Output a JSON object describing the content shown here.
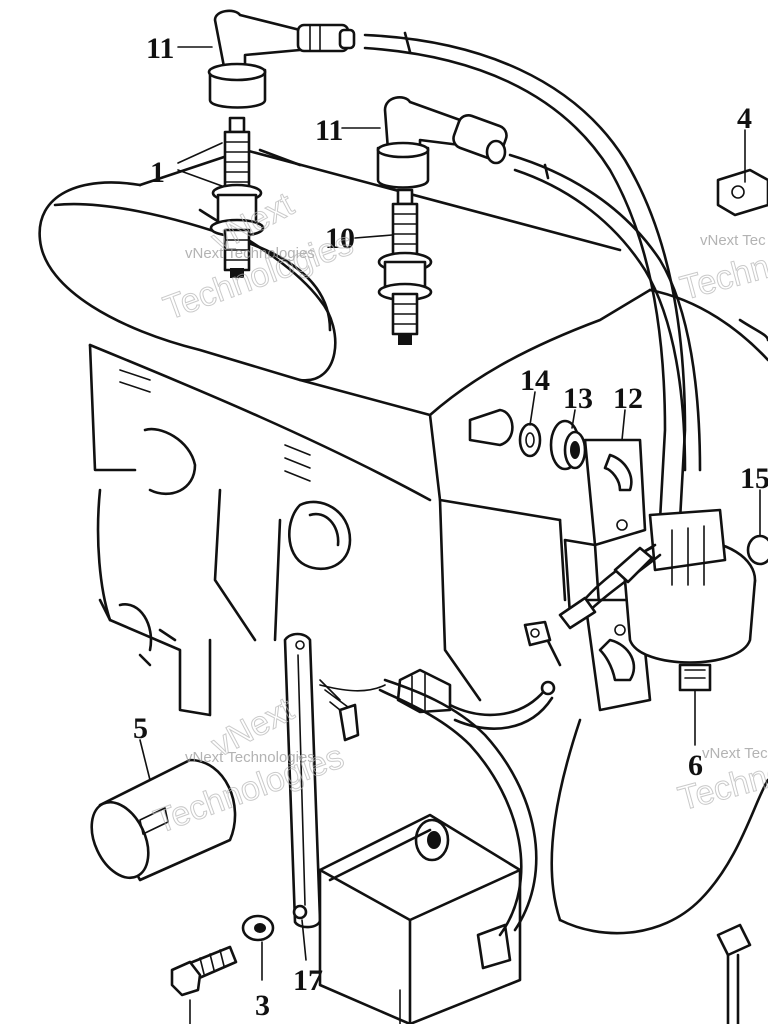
{
  "callouts": {
    "c1": "1",
    "c3": "3",
    "c4": "4",
    "c5": "5",
    "c6": "6",
    "c10": "10",
    "c11a": "11",
    "c11b": "11",
    "c12": "12",
    "c13": "13",
    "c14": "14",
    "c15": "15",
    "c17": "17"
  },
  "watermark": {
    "small": "vNext Technologies",
    "vnext": "vNext",
    "technologies": "Technologies",
    "techno_partial": "Techno",
    "vnext_partial": "vNext Tec"
  }
}
